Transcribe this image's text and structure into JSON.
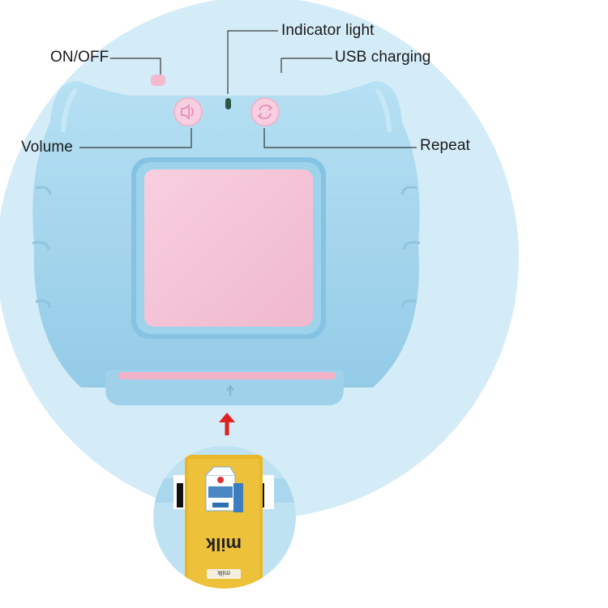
{
  "labels": {
    "indicator_light": "Indicator light",
    "on_off": "ON/OFF",
    "usb_charging": "USB charging",
    "volume": "Volume",
    "repeat": "Repeat"
  },
  "card": {
    "word": "milk",
    "sub_word": "milk"
  },
  "colors": {
    "background_circle": "#d4ecf7",
    "device_body": "#a9d8ee",
    "screen": "#f4c4d6",
    "button": "#f7cfe0",
    "card": "#e8b829",
    "arrow": "#e02020"
  }
}
